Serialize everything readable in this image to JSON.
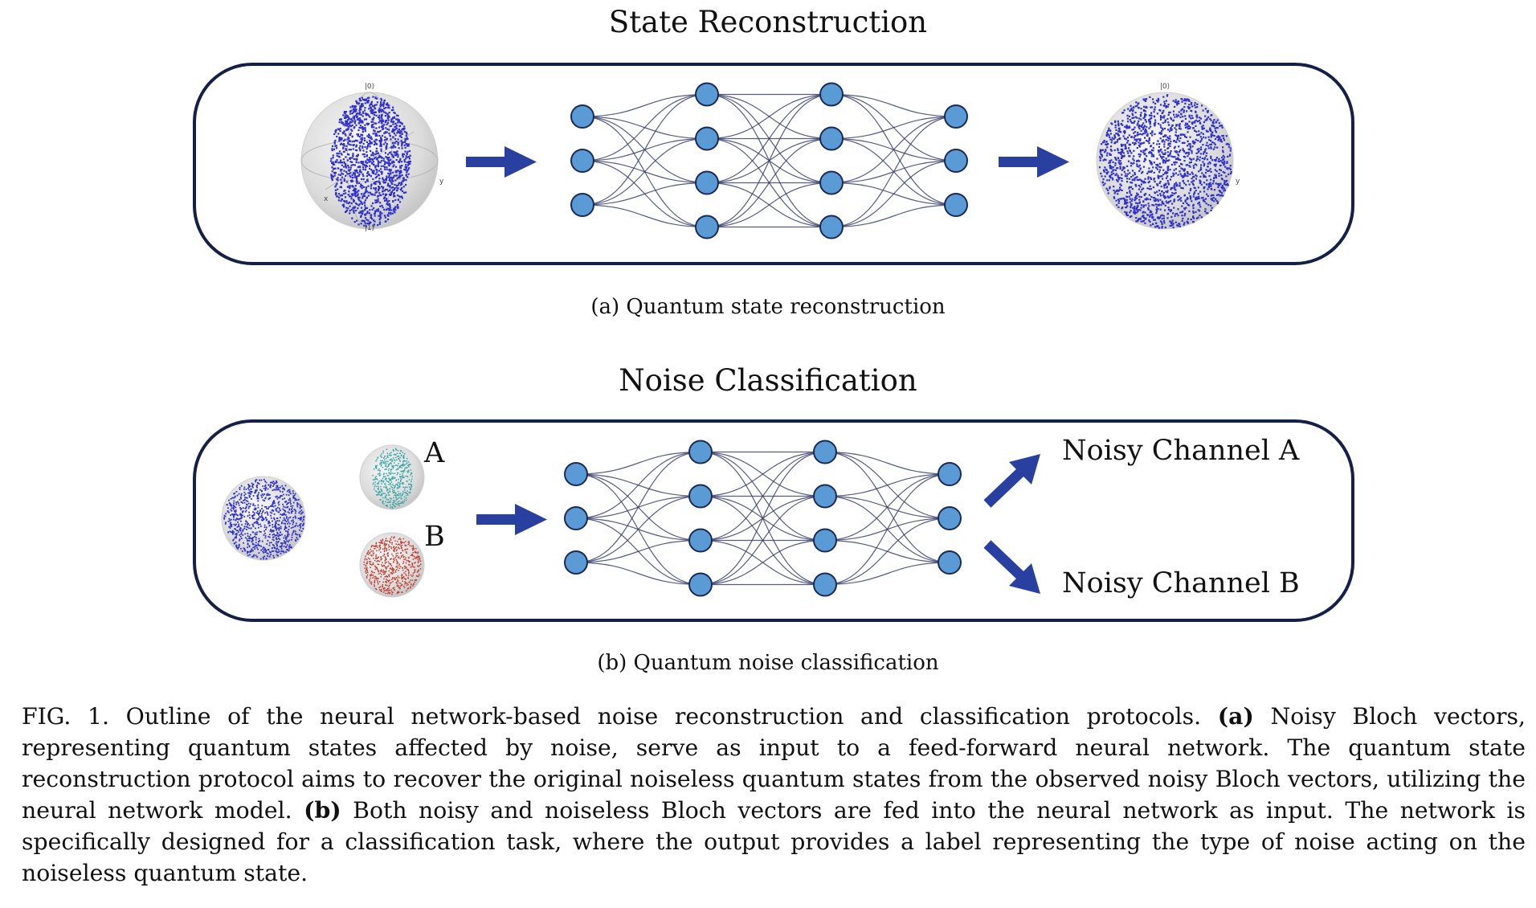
{
  "panel_a": {
    "title": "State Reconstruction",
    "subcaption": "(a) Quantum state reconstruction",
    "input_sphere": {
      "top_ket": "|0⟩",
      "bottom_ket": "|1⟩",
      "axis_x": "x",
      "axis_y": "y"
    },
    "output_sphere": {
      "top_ket": "|0⟩",
      "axis_y": "y"
    }
  },
  "panel_b": {
    "title": "Noise Classification",
    "subcaption": "(b) Quantum noise classification",
    "label_a": "A",
    "label_b": "B",
    "output_a": "Noisy Channel A",
    "output_b": "Noisy Channel B"
  },
  "network": {
    "layer_sizes": [
      3,
      4,
      4,
      3
    ]
  },
  "colors": {
    "node_fill": "#5b9bd5",
    "node_stroke": "#1a2a55",
    "edge": "#3a3f6b",
    "arrow": "#2a40a0",
    "frame": "#152047",
    "dots_blue": "#2f2fd0",
    "dots_teal": "#3aa6a6",
    "dots_red": "#c0392b"
  },
  "caption": {
    "fig_label": "FIG. 1.",
    "intro": " Outline of the neural network-based noise reconstruction and classification protocols. ",
    "a_marker": "(a)",
    "a_text": " Noisy Bloch vectors, representing quantum states affected by noise, serve as input to a feed-forward neural network. The quantum state reconstruction protocol aims to recover the original noiseless quantum states from the observed noisy Bloch vectors, utilizing the neural network model. ",
    "b_marker": "(b)",
    "b_text": " Both noisy and noiseless Bloch vectors are fed into the neural network as input. The network is specifically designed for a classification task, where the output provides a label representing the type of noise acting on the noiseless quantum state."
  }
}
